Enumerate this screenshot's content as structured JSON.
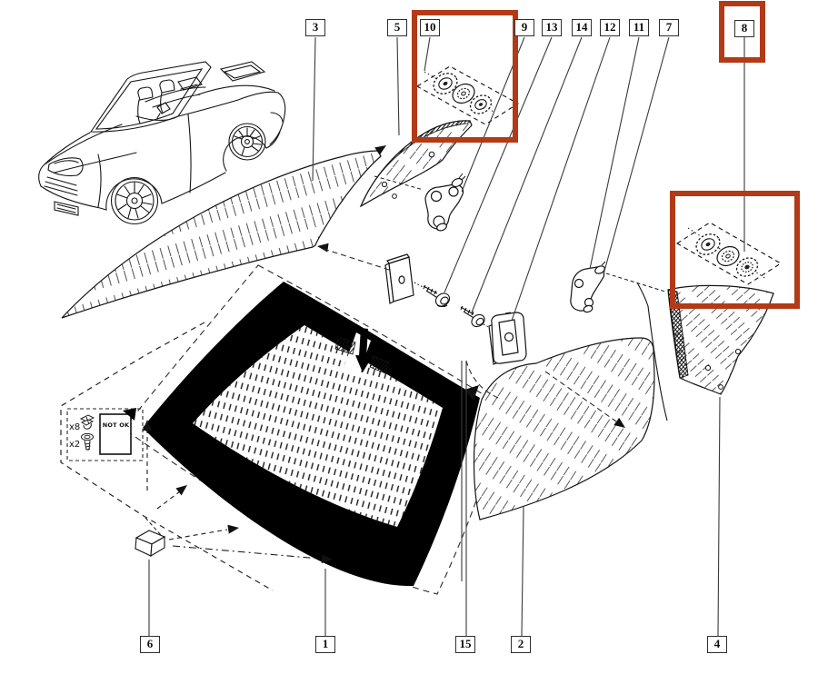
{
  "page": {
    "background": "#ffffff"
  },
  "highlight": {
    "color": "#b23a17"
  },
  "callouts": {
    "top": [
      {
        "label": "3"
      },
      {
        "label": "5"
      },
      {
        "label": "10"
      },
      {
        "label": "9"
      },
      {
        "label": "13"
      },
      {
        "label": "14"
      },
      {
        "label": "12"
      },
      {
        "label": "11"
      },
      {
        "label": "7"
      },
      {
        "label": "8"
      }
    ],
    "bottom": [
      {
        "label": "6"
      },
      {
        "label": "1"
      },
      {
        "label": "15"
      },
      {
        "label": "2"
      },
      {
        "label": "4"
      }
    ]
  },
  "legend": {
    "clip_count_label": "x8",
    "screw_count_label": "x2",
    "card_label": "NOT OK"
  }
}
